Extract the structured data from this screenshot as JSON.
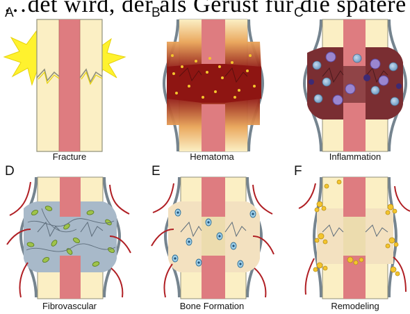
{
  "header_text": "…det wird, der als Gerüst für die spätere",
  "panels": [
    {
      "letter": "A",
      "caption": "Fracture"
    },
    {
      "letter": "B",
      "caption": "Hematoma"
    },
    {
      "letter": "C",
      "caption": "Inflammation"
    },
    {
      "letter": "D",
      "caption": "Fibrovascular"
    },
    {
      "letter": "E",
      "caption": "Bone Formation"
    },
    {
      "letter": "F",
      "caption": "Remodeling"
    }
  ],
  "colors": {
    "cortex": "#fbefc4",
    "marrow": "#de7c80",
    "periosteum": "#75848f",
    "burst": "#fff22e",
    "hematoma": "#8e1512",
    "inflamed": "#7a2e32",
    "fibro": "#a8b9c9",
    "vessel": "#b01f24",
    "osteoid": "#f3e1c0",
    "granule": "#f4c52d"
  }
}
